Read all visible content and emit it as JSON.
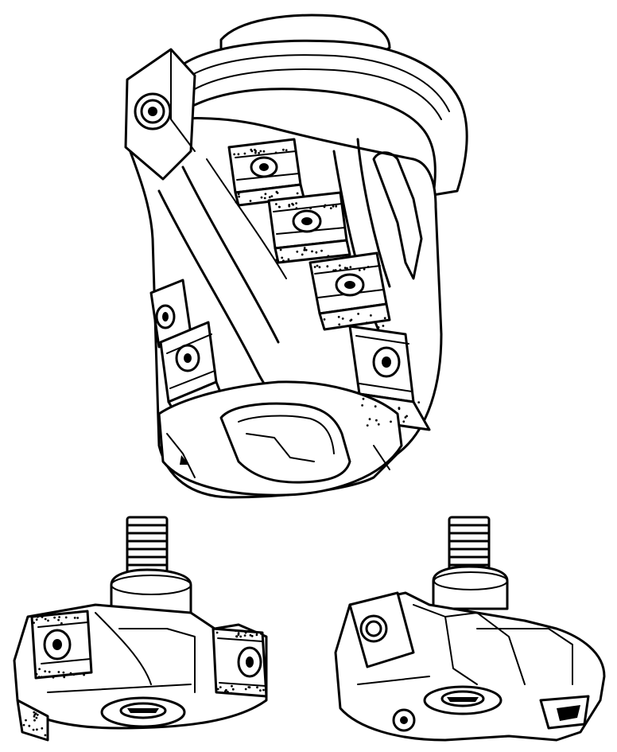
{
  "figure": {
    "background": "#ffffff",
    "ink": "#000000"
  },
  "parts": [
    {
      "name": "milling-cutter-body",
      "icon": "milling-cutter-icon"
    },
    {
      "name": "cartridge-left",
      "icon": "cartridge-icon"
    },
    {
      "name": "cartridge-right",
      "icon": "cartridge-icon"
    }
  ]
}
